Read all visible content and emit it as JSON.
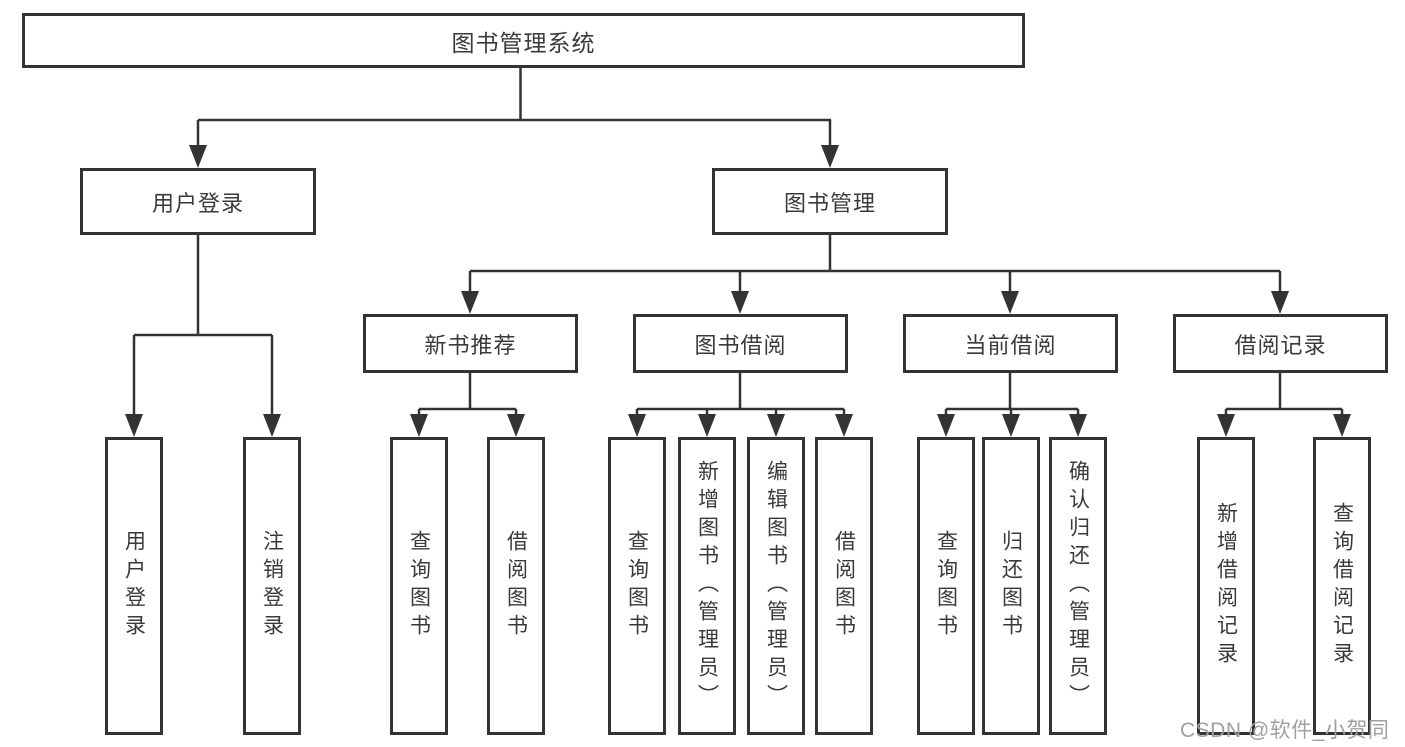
{
  "page": {
    "watermark": "CSDN @软件_小贺同学"
  },
  "colors": {
    "box_border": "#333333",
    "connector": "#333333",
    "text": "#3a3a3a",
    "watermark": "#a0a0a0",
    "background": "#ffffff"
  },
  "tree": {
    "label": "图书管理系统",
    "children": [
      {
        "label": "用户登录",
        "children": [
          {
            "label": "用户登录"
          },
          {
            "label": "注销登录"
          }
        ]
      },
      {
        "label": "图书管理",
        "children": [
          {
            "label": "新书推荐",
            "children": [
              {
                "label": "查询图书"
              },
              {
                "label": "借阅图书"
              }
            ]
          },
          {
            "label": "图书借阅",
            "children": [
              {
                "label": "查询图书"
              },
              {
                "label": "新增图书（管理员）"
              },
              {
                "label": "编辑图书（管理员）"
              },
              {
                "label": "借阅图书"
              }
            ]
          },
          {
            "label": "当前借阅",
            "children": [
              {
                "label": "查询图书"
              },
              {
                "label": "归还图书"
              },
              {
                "label": "确认归还（管理员）"
              }
            ]
          },
          {
            "label": "借阅记录",
            "children": [
              {
                "label": "新增借阅记录"
              },
              {
                "label": "查询借阅记录"
              }
            ]
          }
        ]
      }
    ]
  }
}
